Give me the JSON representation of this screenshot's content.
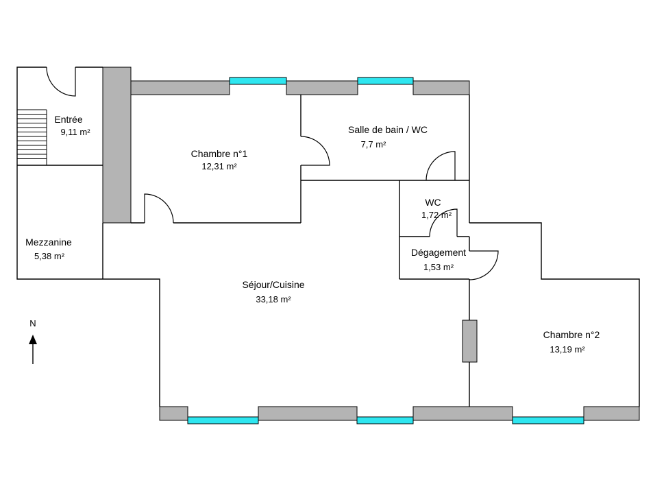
{
  "rooms": [
    {
      "id": "entree",
      "name": "Entrée",
      "area": "9,11  m²"
    },
    {
      "id": "mezzanine",
      "name": "Mezzanine",
      "area": "5,38  m²"
    },
    {
      "id": "chambre1",
      "name": "Chambre n°1",
      "area": "12,31  m²"
    },
    {
      "id": "sdb",
      "name": "Salle de bain / WC",
      "area": "7,7  m²"
    },
    {
      "id": "wc",
      "name": "WC",
      "area": "1,72  m²"
    },
    {
      "id": "degagement",
      "name": "Dégagement",
      "area": "1,53  m²"
    },
    {
      "id": "sejour",
      "name": "Séjour/Cuisine",
      "area": "33,18  m²"
    },
    {
      "id": "chambre2",
      "name": "Chambre n°2",
      "area": "13,19  m²"
    }
  ],
  "compass": {
    "label": "N"
  },
  "colors": {
    "window": "#2ee6f0",
    "thick_wall": "#b4b4b4",
    "line": "#000000"
  }
}
